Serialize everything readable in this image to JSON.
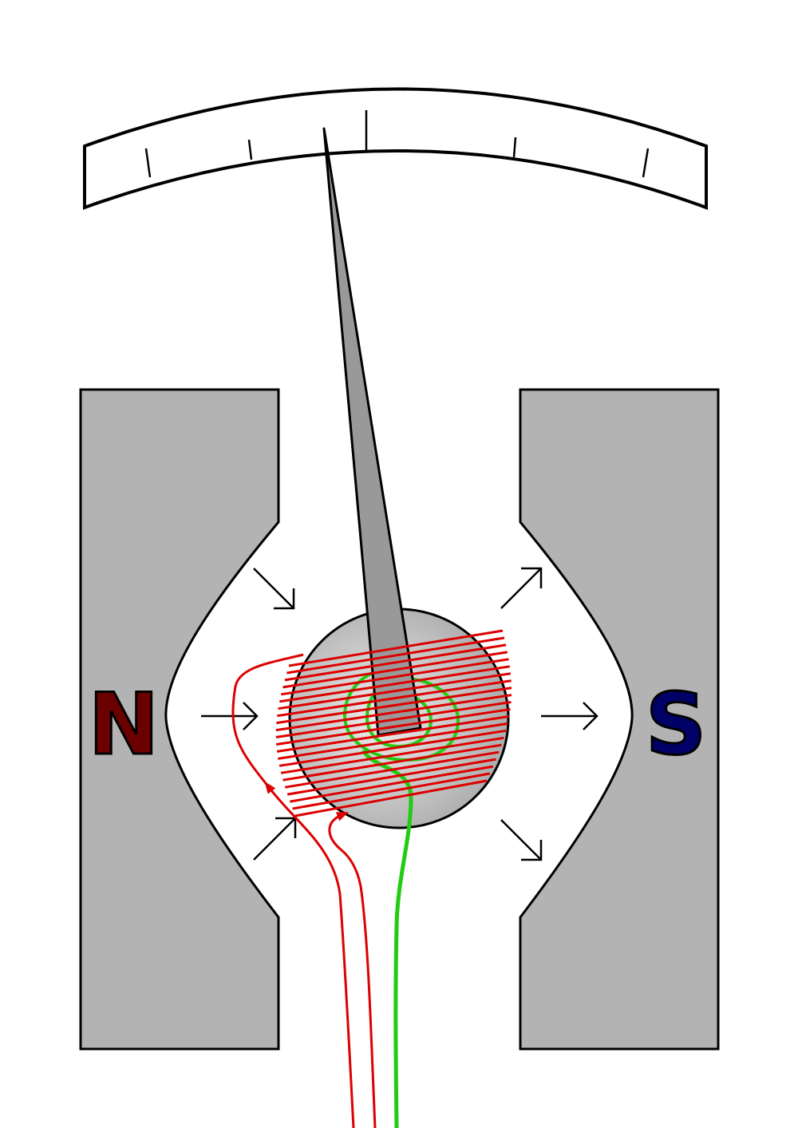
{
  "labels": {
    "north": "N",
    "south": "S"
  },
  "colors": {
    "background": "#ffffff",
    "pole_piece": "#b3b3b3",
    "outline": "#000000",
    "needle": "#999999",
    "coil_wire": "#dd0000",
    "spring": "#22cc11",
    "north_label": "#6b0000",
    "south_label": "#000066",
    "core_light": "#eeeeee",
    "core_dark": "#aaaaaa"
  },
  "scale": {
    "major_ticks": 1,
    "minor_ticks": 4
  },
  "field_arrows": {
    "north_side": 3,
    "south_side": 3
  }
}
